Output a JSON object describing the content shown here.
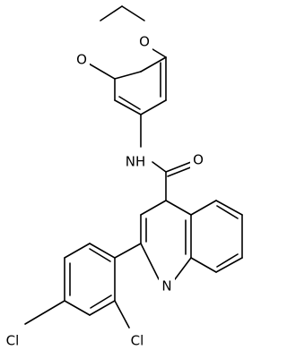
{
  "diagram": {
    "type": "chemical-structure",
    "atoms": {
      "o1": "O",
      "o2": "O",
      "nh": "NH",
      "o3": "O",
      "n1": "N",
      "cl1": "Cl",
      "cl2": "Cl"
    }
  }
}
